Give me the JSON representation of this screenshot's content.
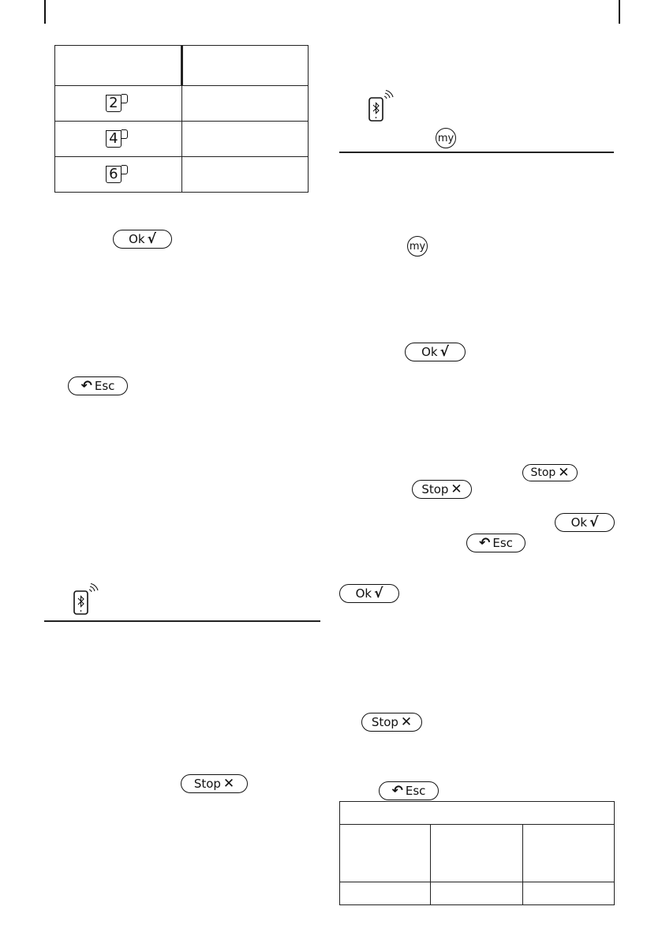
{
  "cup_table": {
    "rows": [
      {
        "digit": "2"
      },
      {
        "digit": "4"
      },
      {
        "digit": "6"
      }
    ]
  },
  "buttons": {
    "ok_label": "Ok",
    "ok_glyph": "√",
    "esc_label": "Esc",
    "esc_glyph": "↶",
    "stop_label": "Stop",
    "stop_glyph": "✕",
    "my_label": "my"
  },
  "icons": {
    "bluetooth_phone": "bluetooth-phone-icon",
    "cup": "cup-icon"
  }
}
